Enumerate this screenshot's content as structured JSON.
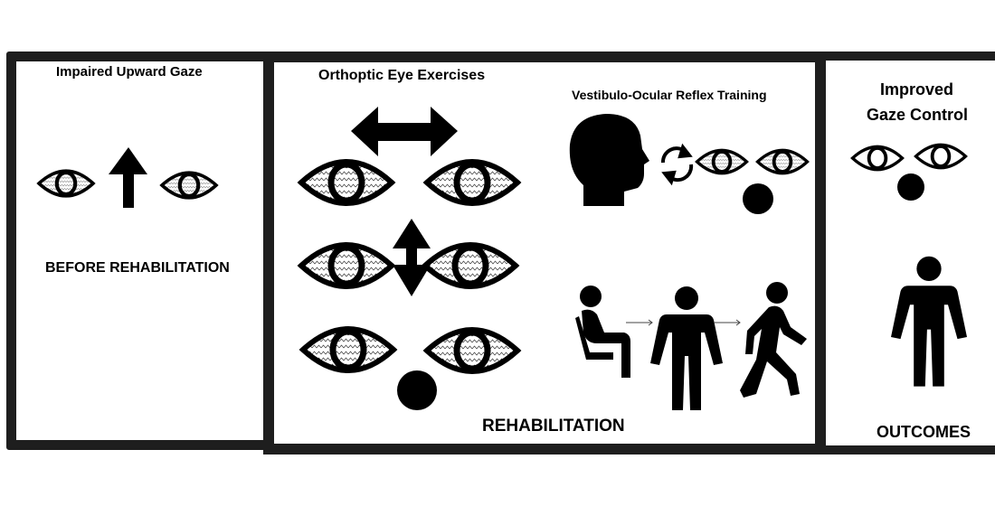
{
  "panels": {
    "before": {
      "title": "Impaired Upward Gaze",
      "caption": "BEFORE REHABILITATION",
      "icons": [
        "eye-icon",
        "arrow-up-icon",
        "eye-icon"
      ]
    },
    "rehabilitation": {
      "caption": "REHABILITATION",
      "orthoptic": {
        "title": "Orthoptic Eye Exercises",
        "rows": [
          {
            "arrow": "horizontal-double-arrow-icon",
            "eyes": 2
          },
          {
            "arrow": "vertical-double-arrow-icon",
            "eyes": 2
          },
          {
            "arrow": "focus-dot-icon",
            "eyes": 2
          }
        ]
      },
      "vor": {
        "title": "Vestibulo-Ocular Reflex Training",
        "icons": [
          "head-profile-icon",
          "rotation-arrows-icon",
          "eye-icon",
          "eye-icon",
          "focus-dot-icon"
        ]
      },
      "progression": [
        "sitting-person-icon",
        "standing-person-icon",
        "walking-person-icon"
      ]
    },
    "outcomes": {
      "title_line1": "Improved",
      "title_line2": "Gaze Control",
      "caption": "OUTCOMES",
      "icons": [
        "clear-eye-icon",
        "clear-eye-icon",
        "focus-dot-icon",
        "standing-person-icon"
      ]
    }
  },
  "colors": {
    "stroke": "#000000",
    "border": "#1e1e1e",
    "background": "#ffffff"
  }
}
